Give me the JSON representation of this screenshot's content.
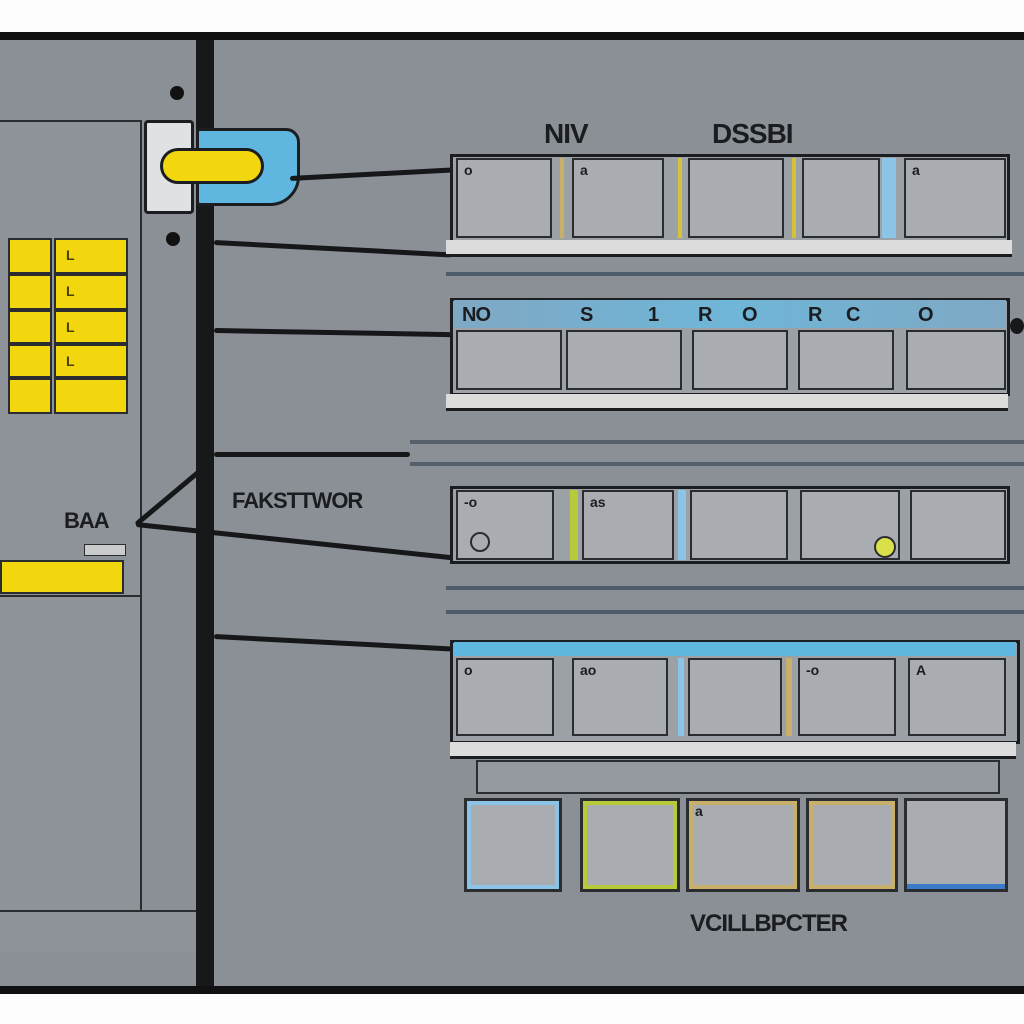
{
  "labels": {
    "top_left": "NIV",
    "top_right": "DSSBI",
    "middle": "FAKSTTWOR",
    "left_side": "BAA",
    "bottom": "VCILLBPCTER"
  },
  "rack1": {
    "cells": [
      "o",
      "",
      "a",
      "",
      "",
      "",
      "a"
    ]
  },
  "rack2": {
    "header": [
      "NO",
      "S",
      "1",
      "R",
      "O",
      "R",
      "C",
      "O"
    ]
  },
  "rack3": {
    "cells": [
      "-o",
      "",
      "as",
      "",
      "",
      ""
    ]
  },
  "rack4": {
    "cells": [
      "o",
      "ao",
      "",
      "-o",
      "A"
    ]
  },
  "rack5": {
    "cells": [
      "",
      "",
      "a",
      "",
      ""
    ]
  },
  "colors": {
    "background": "#8a9096",
    "frame": "#111111",
    "yellow": "#f2d70e",
    "cyan": "#5fb7e0",
    "accent_green": "#b8c93a"
  }
}
